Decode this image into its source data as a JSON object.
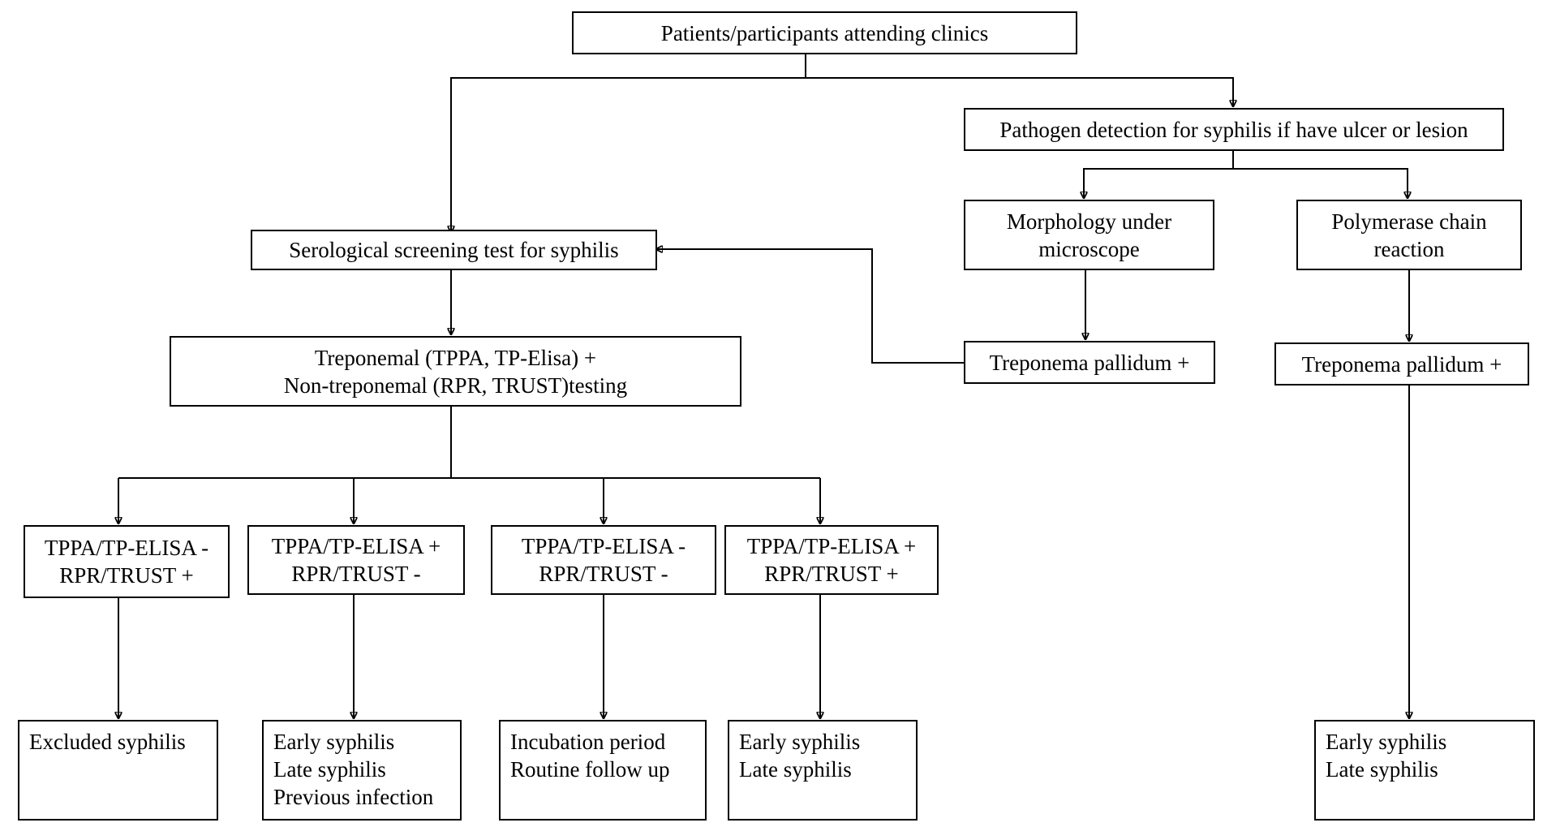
{
  "nodes": {
    "patients": [
      "Patients/participants attending clinics"
    ],
    "pathogen": [
      "Pathogen detection for syphilis if have ulcer or lesion"
    ],
    "morphology": [
      "Morphology under",
      "microscope"
    ],
    "pcr": [
      "Polymerase chain",
      "reaction"
    ],
    "serological": [
      "Serological screening test for syphilis"
    ],
    "tp_morph": [
      "Treponema pallidum +"
    ],
    "tp_pcr": [
      "Treponema pallidum +"
    ],
    "testing": [
      "Treponemal (TPPA, TP-Elisa) +",
      "Non-treponemal (RPR, TRUST)testing"
    ],
    "r1": [
      "TPPA/TP-ELISA -",
      "RPR/TRUST +"
    ],
    "r2": [
      "TPPA/TP-ELISA +",
      "RPR/TRUST -"
    ],
    "r3": [
      "TPPA/TP-ELISA -",
      "RPR/TRUST -"
    ],
    "r4": [
      "TPPA/TP-ELISA +",
      "RPR/TRUST +"
    ],
    "o1": [
      "Excluded syphilis"
    ],
    "o2": [
      "Early syphilis",
      "Late syphilis",
      "Previous infection"
    ],
    "o3": [
      "Incubation period",
      "Routine follow up"
    ],
    "o4": [
      "Early syphilis",
      "Late syphilis"
    ],
    "o5": [
      "Early syphilis",
      "Late syphilis"
    ]
  }
}
